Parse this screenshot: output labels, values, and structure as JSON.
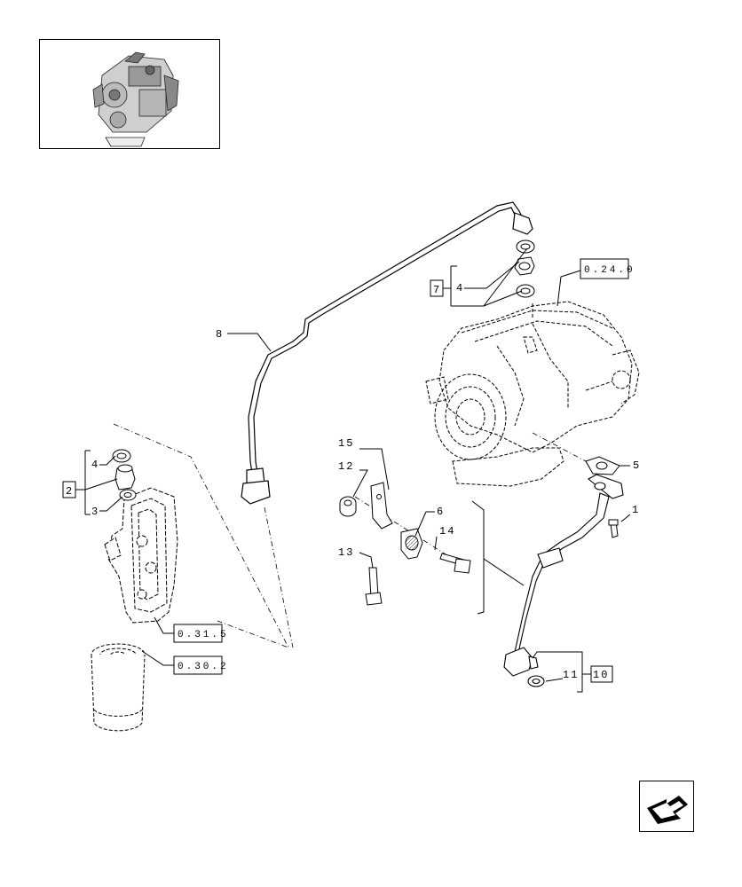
{
  "callouts": {
    "c1": "1",
    "c2": "2",
    "c3": "3",
    "c4a": "4",
    "c4b": "4",
    "c5": "5",
    "c6": "6",
    "c7": "7",
    "c8": "8",
    "c10": "10",
    "c11": "11",
    "c12": "12",
    "c13": "13",
    "c14": "14",
    "c15": "15"
  },
  "references": {
    "turbo": "0.24.0",
    "filter_head": "0.31.5",
    "filter": "0.30.2"
  },
  "icons": {
    "thumbnail": "engine-thumbnail-icon",
    "navigation": "next-page-arrow-icon"
  }
}
